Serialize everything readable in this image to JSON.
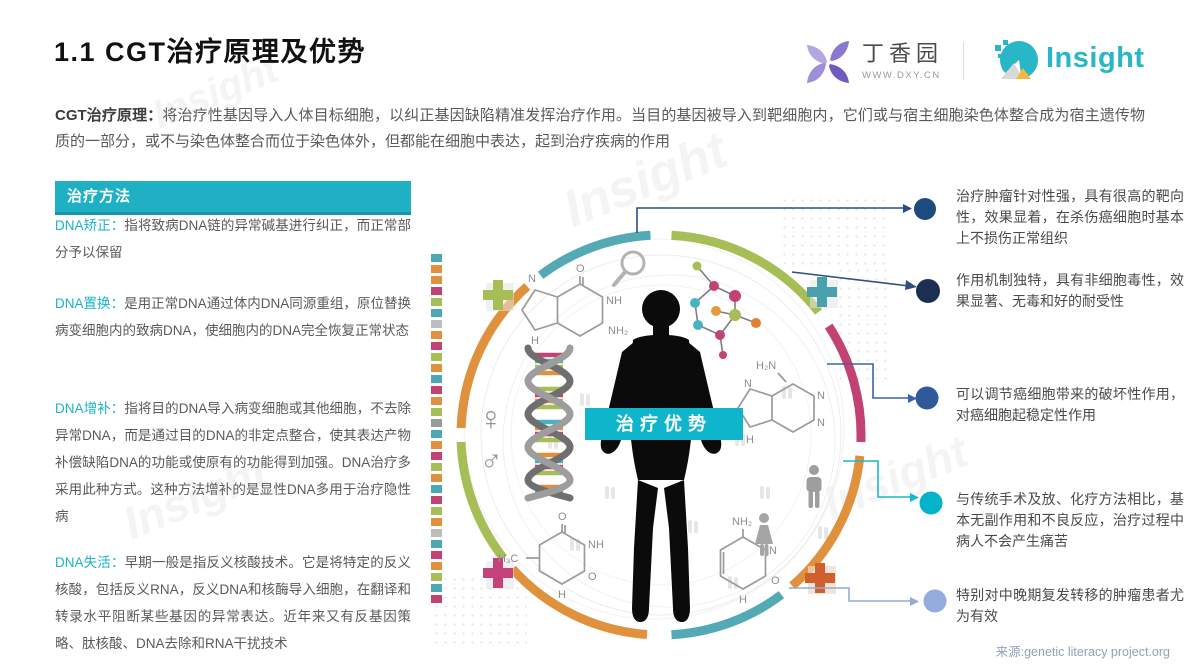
{
  "header": {
    "title": "1.1 CGT治疗原理及优势",
    "logo_dxy": {
      "name": "丁香园",
      "url": "WWW.DXY.CN"
    },
    "logo_insight": {
      "name": "Insight"
    }
  },
  "intro": {
    "label": "CGT治疗原理：",
    "text": "将治疗性基因导入人体目标细胞，以纠正基因缺陷精准发挥治疗作用。当目的基因被导入到靶细胞内，它们或与宿主细胞染色体整合成为宿主遗传物质的一部分，或不与染色体整合而位于染色体外，但都能在细胞中表达，起到治疗疾病的作用",
    "accent_color": "#19b2c6"
  },
  "methods": {
    "header": "治疗方法",
    "header_bg": "#1fb0c3",
    "items": [
      {
        "label": "DNA矫正：",
        "text": "指将致病DNA链的异常碱基进行纠正，而正常部分予以保留"
      },
      {
        "label": "DNA置换：",
        "text": "是用正常DNA通过体内DNA同源重组，原位替换病变细胞内的致病DNA，使细胞内的DNA完全恢复正常状态"
      },
      {
        "label": "DNA增补：",
        "text": "指将目的DNA导入病变细胞或其他细胞，不去除异常DNA，而是通过目的DNA的非定点整合，使其表达产物补偿缺陷DNA的功能或使原有的功能得到加强。DNA治疗多采用此种方式。这种方法增补的是显性DNA多用于治疗隐性病"
      },
      {
        "label": "DNA失活：",
        "text": "早期一般是指反义核酸技术。它是将特定的反义核酸，包括反义RNA，反义DNA和核酶导入细胞，在翻译和转录水平阻断某些基因的异常表达。近年来又有反基因策略、肽核酸、DNA去除和RNA干扰技术"
      }
    ]
  },
  "advantages": [
    {
      "text": "治疗肿瘤针对性强，具有很高的靶向性，效果显着，在杀伤癌细胞时基本上不损伤正常组织",
      "dot_color": "#1d4b7f",
      "line_color": "#2b4d85"
    },
    {
      "text": "作用机制独特，具有非细胞毒性，效果显著、无毒和好的耐受性",
      "dot_color": "#1c2e52",
      "line_color": "#31507f"
    },
    {
      "text": "可以调节癌细胞带来的破坏性作用，对癌细胞起稳定性作用",
      "dot_color": "#30599c",
      "line_color": "#3a63a9"
    },
    {
      "text": "与传统手术及放、化疗方法相比，基本无副作用和不良反应，治疗过程中病人不会产生痛苦",
      "dot_color": "#02b3c9",
      "line_color": "#19b9cd"
    },
    {
      "text": "特别对中晚期复发转移的肿瘤患者尤为有效",
      "dot_color": "#93acdb",
      "line_color": "#92abdb"
    }
  ],
  "diagram": {
    "center_label": "治疗优势",
    "center_label_bg": "#0fb5ca",
    "palette": {
      "teal": "#53aab4",
      "green": "#a6be55",
      "pink": "#c14273",
      "orange": "#e0913e",
      "plus_teal": "#4aa0ad",
      "plus_green": "#a6be55",
      "plus_pink": "#c5417a",
      "plus_orange": "#cf5f2c"
    },
    "symbols": {
      "female": "♀",
      "male": "♂"
    },
    "molecules": {
      "guanine": [
        "O",
        "NH",
        "NH₂",
        "N",
        "H"
      ],
      "adenine": [
        "H₂N",
        "N",
        "N",
        "N",
        "H"
      ],
      "thymine": [
        "O",
        "H₃C",
        "NH",
        "O",
        "H"
      ],
      "cytosine": [
        "NH₂",
        "N",
        "O",
        "H"
      ]
    },
    "strip_colors": [
      "#4aa9b5",
      "#e0913e",
      "#e0913e",
      "#c14273",
      "#a6be55",
      "#4aa9b5",
      "#bdbdbd",
      "#e0913e",
      "#c14273",
      "#a6be55",
      "#e0913e",
      "#4aa9b5",
      "#c14273",
      "#e0913e",
      "#a6be55",
      "#9a9a9a",
      "#4aa9b5",
      "#e0913e",
      "#c14273",
      "#a6be55",
      "#e0913e",
      "#4aa9b5",
      "#c14273",
      "#a6be55",
      "#e0913e",
      "#bdbdbd",
      "#4aa9b5",
      "#c14273",
      "#e0913e",
      "#a6be55",
      "#4aa9b5",
      "#c14273"
    ],
    "rung_colors": [
      "#c14273",
      "#45b3c4",
      "#a6be55",
      "#e0913e",
      "#a6be55",
      "#c14273",
      "#e0913e",
      "#a6be55",
      "#45b3c4",
      "#e0913e",
      "#c14273",
      "#a6be55",
      "#e0913e",
      "#45b3c4",
      "#c14273",
      "#a6be55",
      "#e0913e",
      "#45b3c4"
    ]
  },
  "footer": {
    "source": "来源:genetic literacy project.org"
  },
  "watermark": {
    "text": "Insight"
  }
}
